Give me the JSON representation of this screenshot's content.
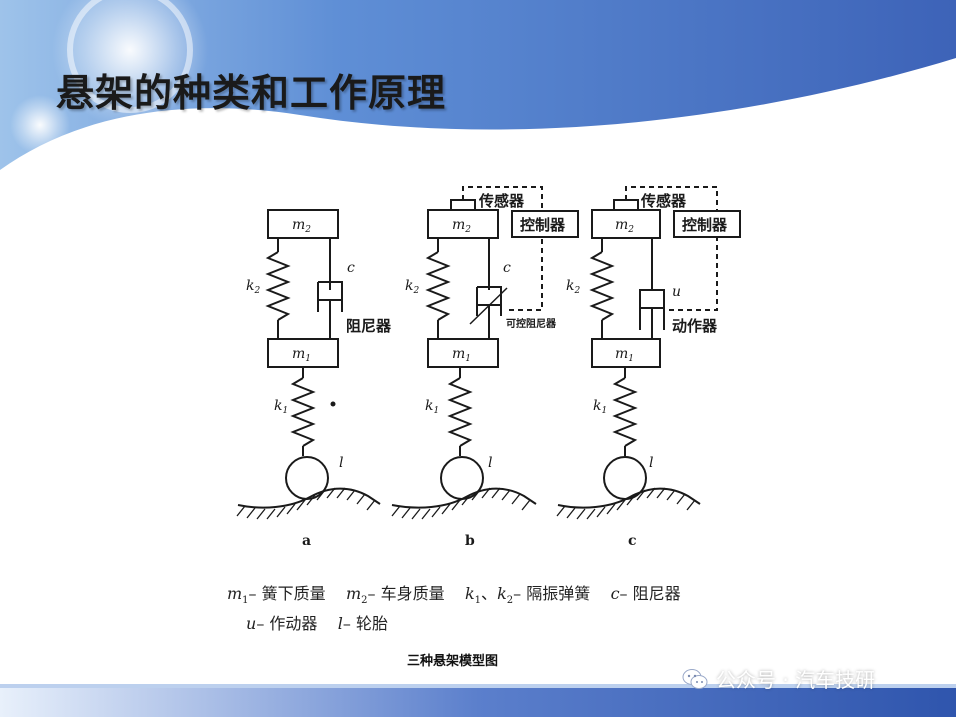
{
  "slide": {
    "title": "悬架的种类和工作原理"
  },
  "diagram": {
    "models": [
      {
        "label": "a",
        "m2": "m",
        "m1": "m",
        "k2": "k",
        "k1": "k",
        "c": "c",
        "damper": "阻尼器",
        "tire": "l"
      },
      {
        "label": "b",
        "m2": "m",
        "m1": "m",
        "k2": "k",
        "k1": "k",
        "c": "c",
        "sensor": "传感器",
        "controller": "控制器",
        "damper": "可控阻尼器",
        "tire": "l"
      },
      {
        "label": "c",
        "m2": "m",
        "m1": "m",
        "k2": "k",
        "k1": "k",
        "u": "u",
        "sensor": "传感器",
        "controller": "控制器",
        "actuator": "动作器",
        "tire": "l"
      }
    ],
    "subscripts": {
      "one": "1",
      "two": "2"
    }
  },
  "legend": {
    "line1": [
      {
        "sym": "m",
        "sub": "1",
        "text": "– 簧下质量"
      },
      {
        "sym": "m",
        "sub": "2",
        "text": "– 车身质量"
      },
      {
        "sym": "k",
        "sub": "1",
        "text": "、",
        "sym2": "k",
        "sub2": "2",
        "text2": "– 隔振弹簧"
      },
      {
        "sym": "c",
        "text": "– 阻尼器"
      }
    ],
    "line2": [
      {
        "sym": "u",
        "text": "– 作动器"
      },
      {
        "sym": "l",
        "text": "– 轮胎"
      }
    ]
  },
  "caption": "三种悬架模型图",
  "watermark": {
    "text": "公众号 · 汽车技研",
    "icon": "wechat-icon"
  },
  "colors": {
    "band": "#3a63b8",
    "band_light": "#6d93d6",
    "ink": "#1a1a1a"
  }
}
